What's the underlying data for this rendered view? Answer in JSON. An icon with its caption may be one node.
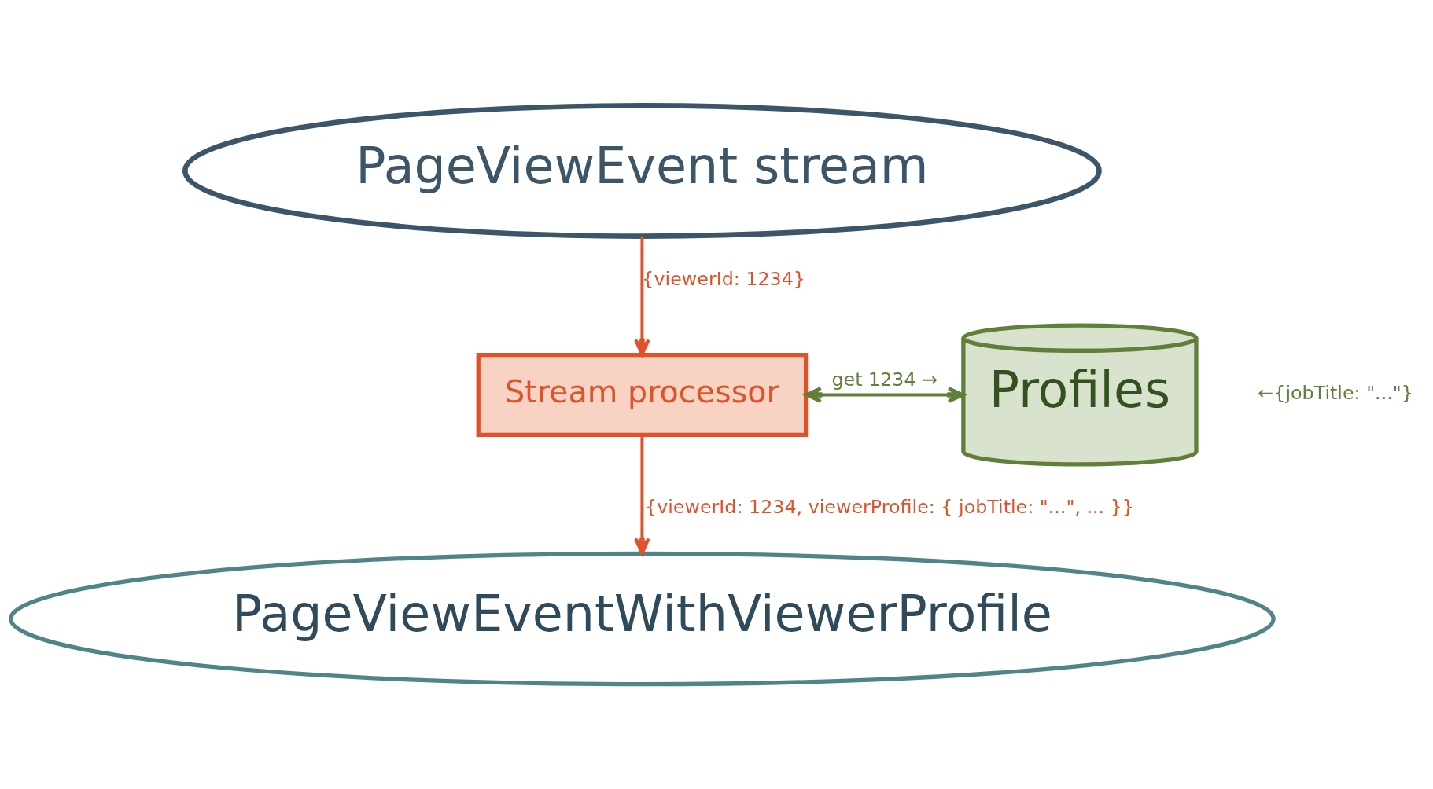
{
  "diagram": {
    "nodes": [
      {
        "text": [
          "PageViewEvent stream"
        ]
      },
      {
        "text": [
          "Stream processor"
        ]
      },
      {
        "text": [
          "Profiles"
        ]
      },
      {
        "text": [
          "PageViewEventWithViewerProfile"
        ]
      }
    ],
    "edges": [
      {
        "from": 0,
        "to": 1,
        "arrow": "to",
        "label": "{viewerId: 1234}"
      },
      {
        "from": 1,
        "to": 2,
        "arrow": "both",
        "label": "get 1234 →",
        "color": "#5f7f3a"
      },
      {
        "from": 1,
        "to": 3,
        "arrow": "to",
        "label": "{viewerId: 1234, viewerProfile: { jobTitle: \"...\", ... }}"
      }
    ],
    "labels": [
      "←{jobTitle: \"...\"}"
    ]
  }
}
